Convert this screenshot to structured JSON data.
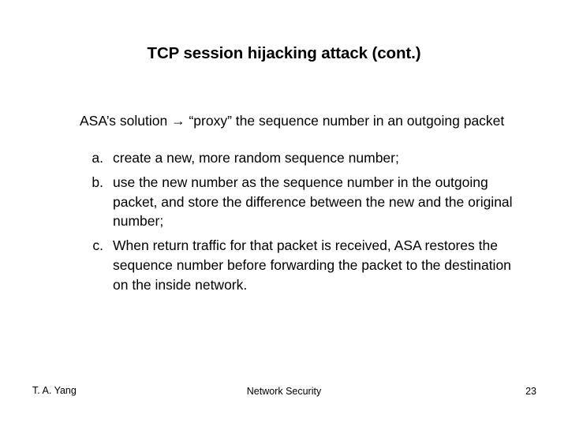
{
  "slide": {
    "title": "TCP session hijacking attack (cont.)",
    "lead": "ASA’s solution → “proxy” the sequence number in an outgoing packet",
    "items": [
      {
        "marker": "a.",
        "text": "create a new, more random sequence number;"
      },
      {
        "marker": "b.",
        "text": "use the new number as the sequence number in the outgoing packet, and store the difference between the new and the original number;"
      },
      {
        "marker": "c.",
        "text": "When return traffic for that packet is received, ASA restores the sequence number before forwarding the packet to the destination on the inside network."
      }
    ],
    "footer": {
      "author": "T. A. Yang",
      "center": "Network Security",
      "page": "23"
    }
  }
}
